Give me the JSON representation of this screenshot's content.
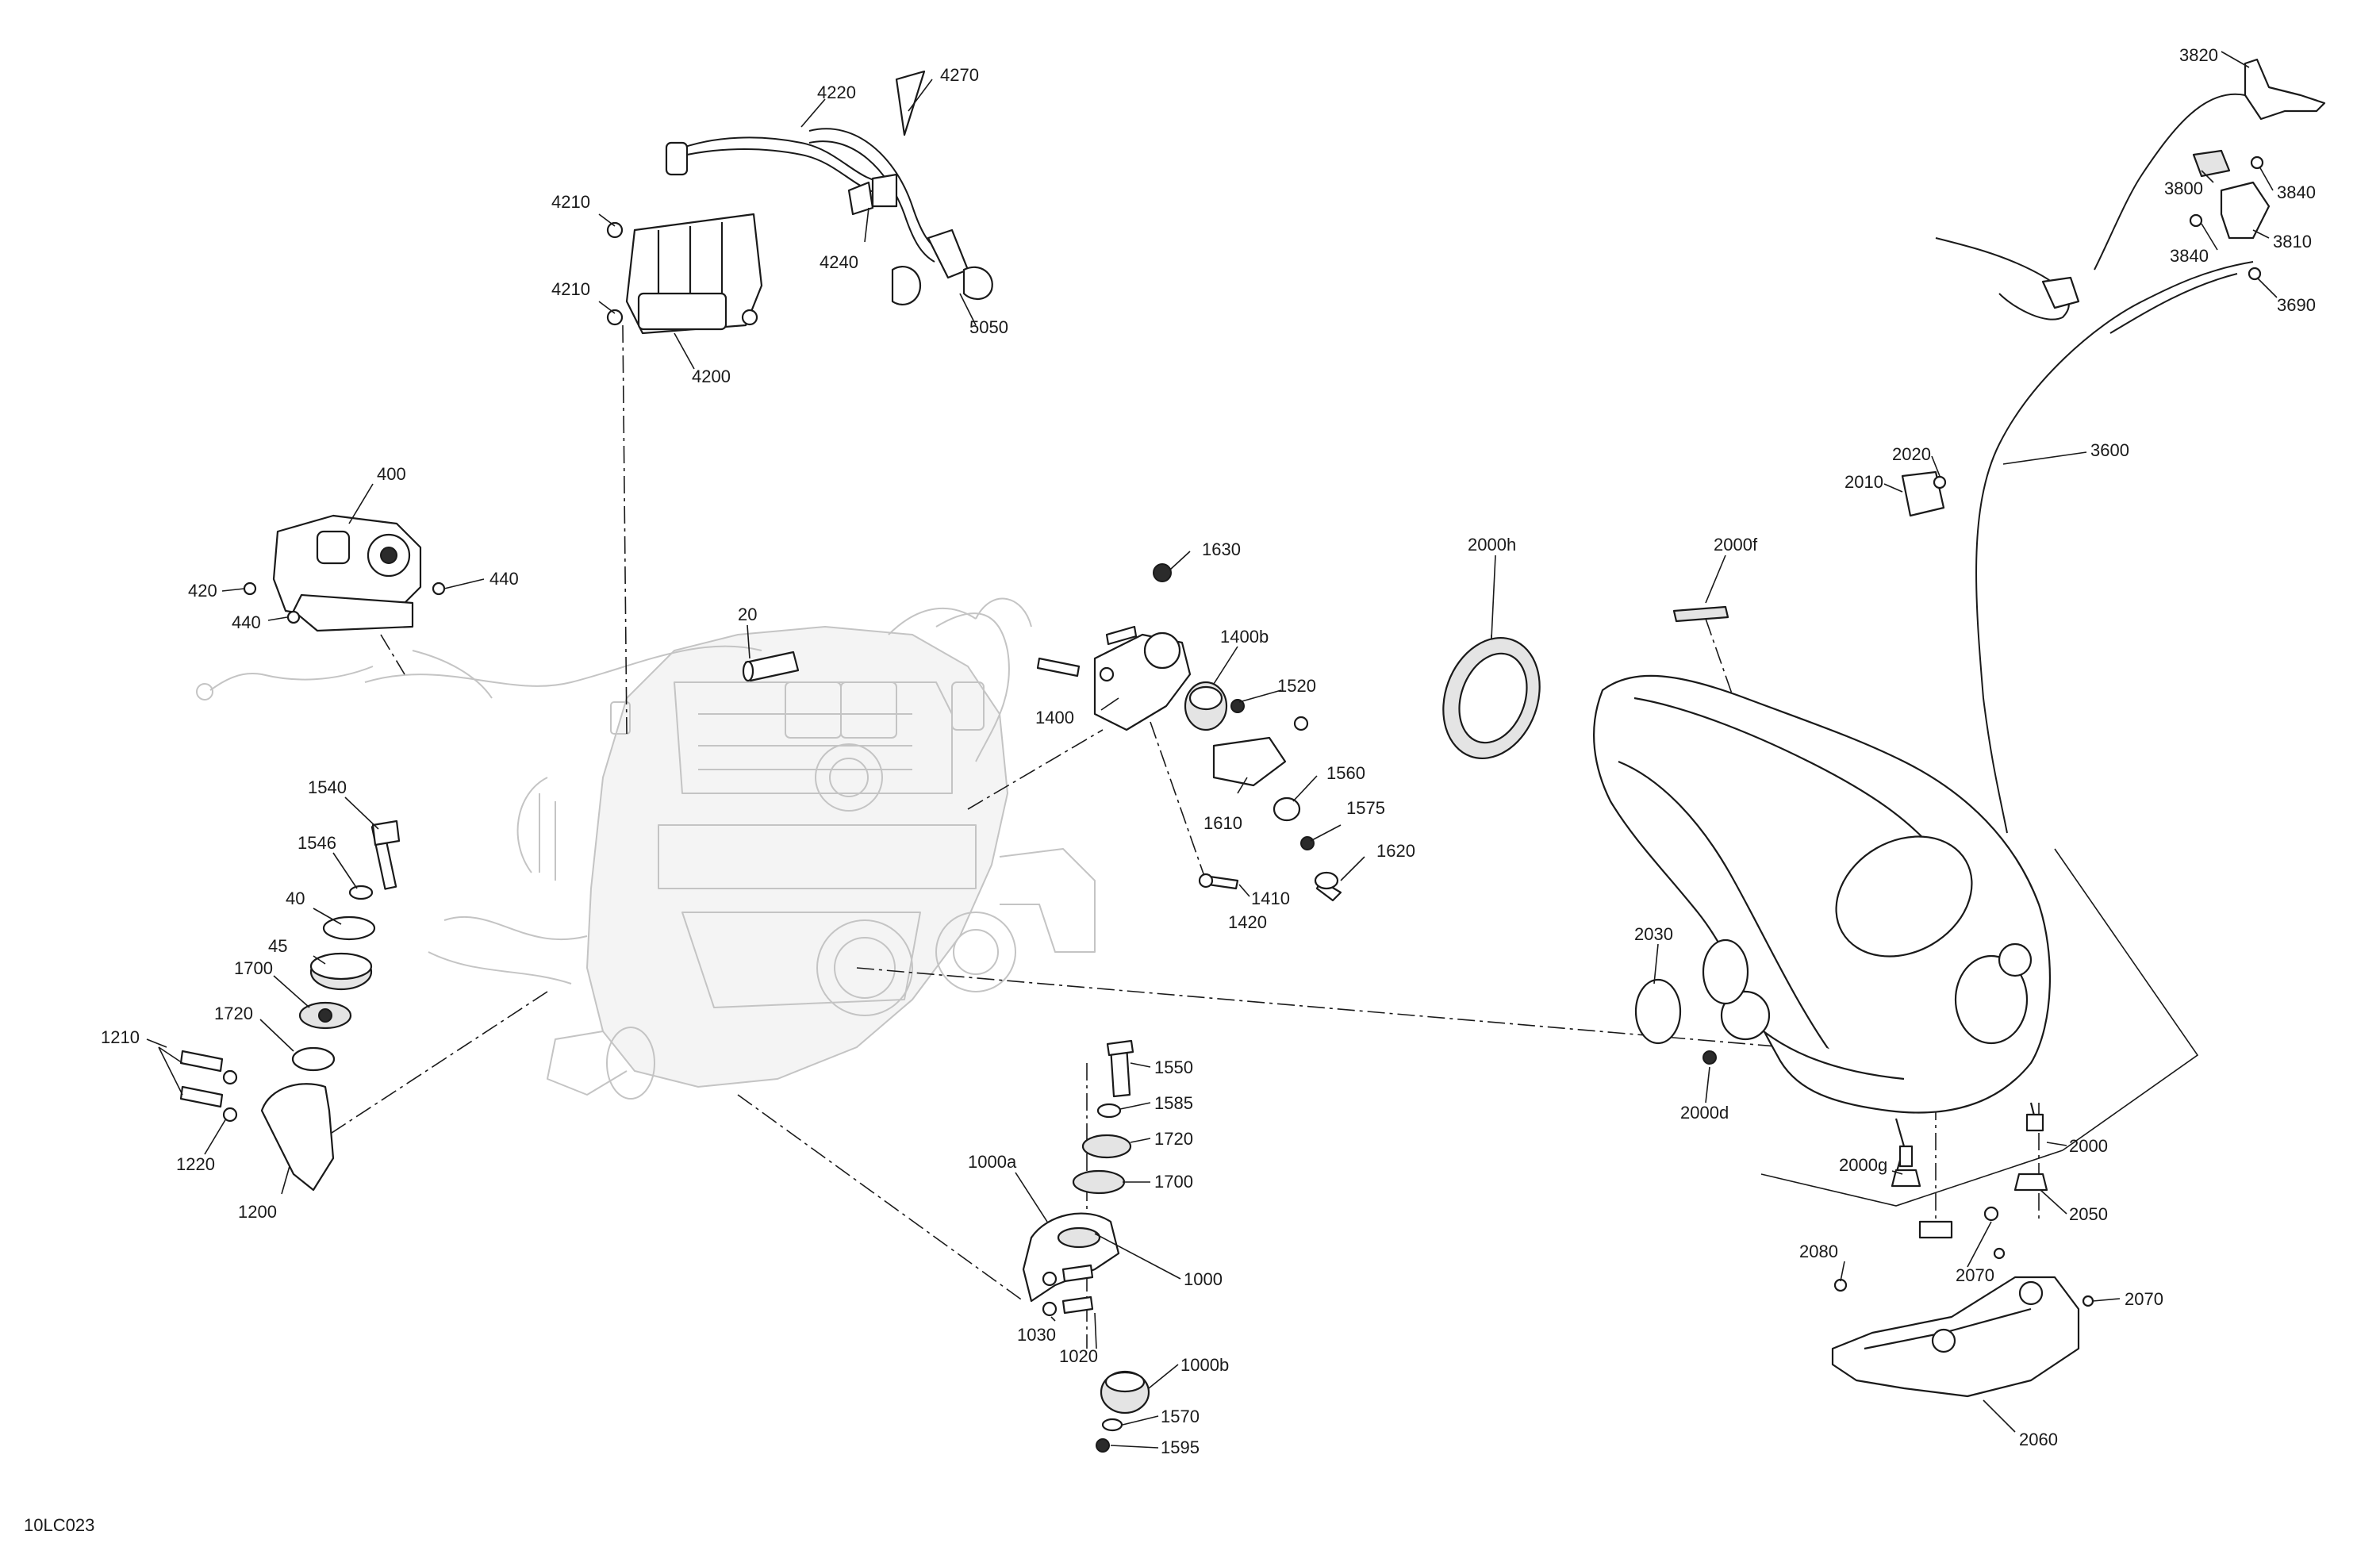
{
  "diagram_code": "10LC023",
  "labels": {
    "p4270": "4270",
    "p4220": "4220",
    "p4210a": "4210",
    "p4210b": "4210",
    "p4240": "4240",
    "p5050": "5050",
    "p4200": "4200",
    "p400": "400",
    "p420": "420",
    "p440a": "440",
    "p440b": "440",
    "p20": "20",
    "p1540": "1540",
    "p1546": "1546",
    "p40": "40",
    "p45": "45",
    "p1700a": "1700",
    "p1720a": "1720",
    "p1210": "1210",
    "p1220": "1220",
    "p1200": "1200",
    "p1630": "1630",
    "p1400b": "1400b",
    "p1400": "1400",
    "p1520": "1520",
    "p1560": "1560",
    "p1610": "1610",
    "p1575": "1575",
    "p1620": "1620",
    "p1410": "1410",
    "p1420": "1420",
    "p1550": "1550",
    "p1585": "1585",
    "p1720b": "1720",
    "p1000a": "1000a",
    "p1700b": "1700",
    "p1000": "1000",
    "p1030": "1030",
    "p1020": "1020",
    "p1000b": "1000b",
    "p1570": "1570",
    "p1595": "1595",
    "p2000h": "2000h",
    "p2000f": "2000f",
    "p2030": "2030",
    "p2000d": "2000d",
    "p2000": "2000",
    "p2000g": "2000g",
    "p2050": "2050",
    "p2080": "2080",
    "p2070a": "2070",
    "p2070b": "2070",
    "p2060": "2060",
    "p3820": "3820",
    "p3800": "3800",
    "p3840a": "3840",
    "p3810": "3810",
    "p3840b": "3840",
    "p3690": "3690",
    "p3600": "3600",
    "p2020": "2020",
    "p2010": "2010"
  }
}
